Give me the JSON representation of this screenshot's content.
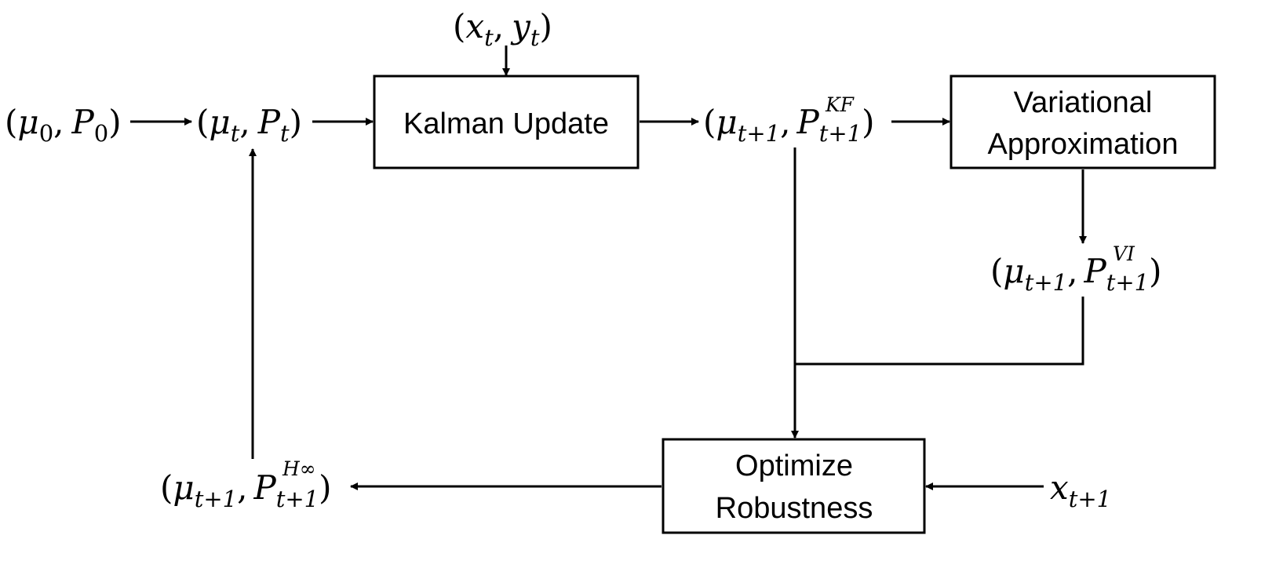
{
  "nodes": {
    "input_xy": {
      "open": "(",
      "a": "x",
      "a_sub": "t",
      "sep": ",",
      "b": "y",
      "b_sub": "t",
      "close": ")"
    },
    "init": {
      "open": "(",
      "a": "μ",
      "a_sub": "0",
      "sep": ",",
      "b": "P",
      "b_sub": "0",
      "close": ")"
    },
    "current": {
      "open": "(",
      "a": "μ",
      "a_sub": "t",
      "sep": ",",
      "b": "P",
      "b_sub": "t",
      "close": ")"
    },
    "kf_out": {
      "open": "(",
      "a": "μ",
      "a_sub": "t+1",
      "sep": ",",
      "b": "P",
      "b_sub": "t+1",
      "b_sup": "KF",
      "close": ")"
    },
    "vi_out": {
      "open": "(",
      "a": "μ",
      "a_sub": "t+1",
      "sep": ",",
      "b": "P",
      "b_sub": "t+1",
      "b_sup": "VI",
      "close": ")"
    },
    "hinf_out": {
      "open": "(",
      "a": "μ",
      "a_sub": "t+1",
      "sep": ",",
      "b": "P",
      "b_sub": "t+1",
      "b_sup": "H∞",
      "close": ")"
    },
    "x_next": {
      "a": "x",
      "a_sub": "t+1"
    }
  },
  "boxes": {
    "kalman": {
      "line1": "Kalman Update"
    },
    "variational": {
      "line1": "Variational",
      "line2": "Approximation"
    },
    "optimize": {
      "line1": "Optimize",
      "line2": "Robustness"
    }
  }
}
